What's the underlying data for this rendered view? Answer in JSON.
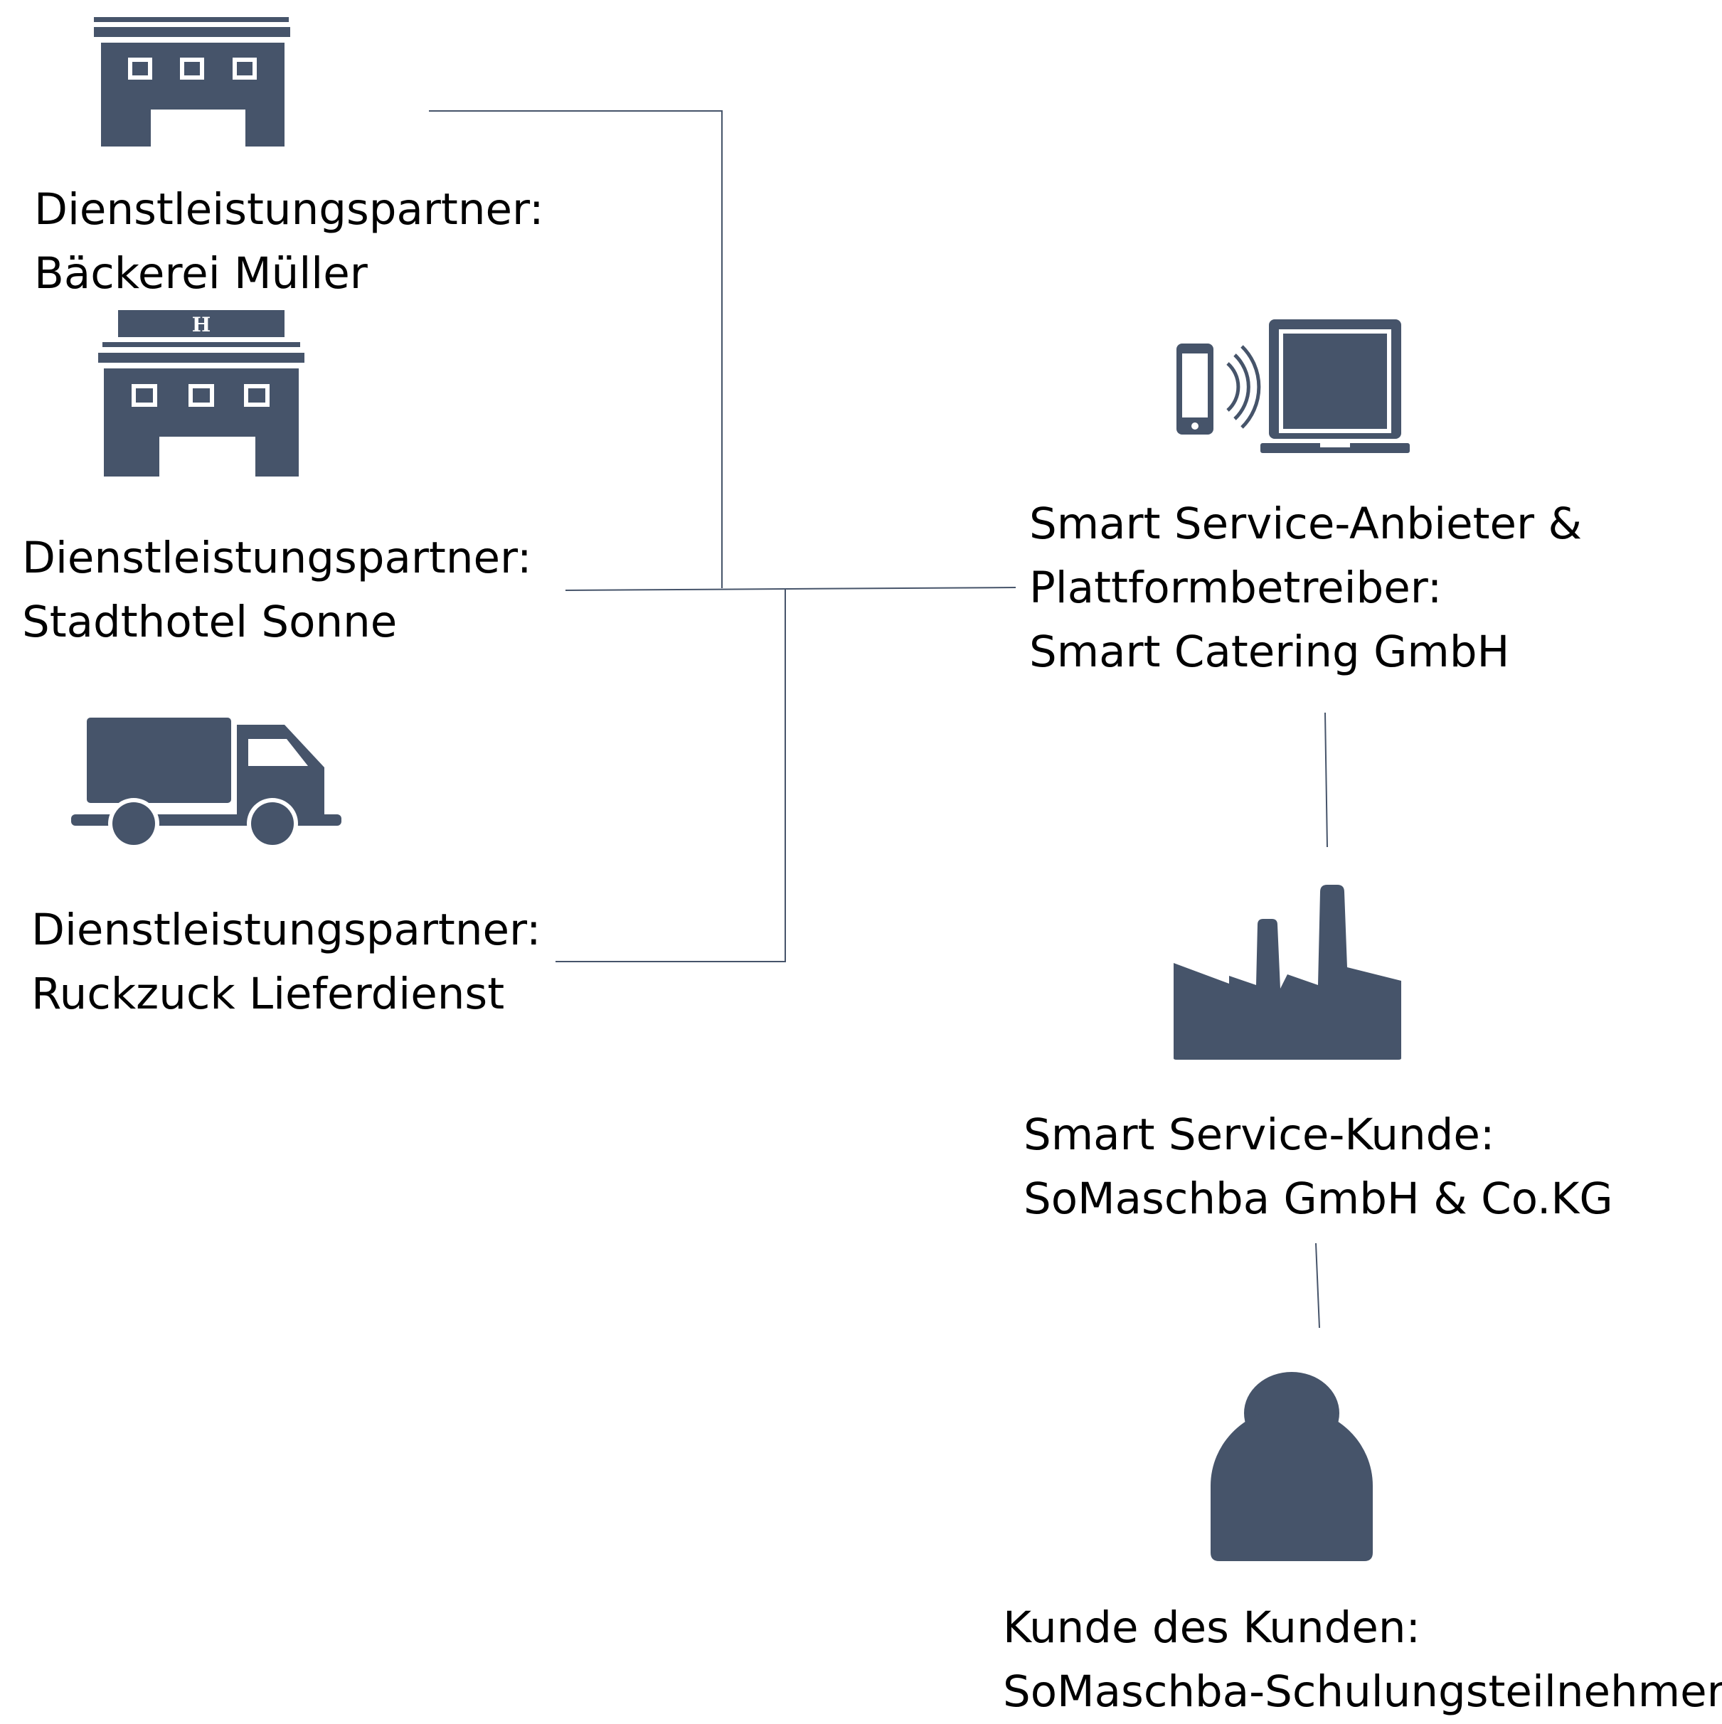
{
  "colors": {
    "icon": "#46546a",
    "line": "#46546a",
    "text": "#000000",
    "background": "#ffffff"
  },
  "nodes": {
    "baeckerei": {
      "icon": "building-icon",
      "role": "Dienstleistungspartner:",
      "name": "Bäckerei Müller"
    },
    "hotel": {
      "icon": "hotel-icon",
      "icon_letter": "H",
      "role": "Dienstleistungspartner:",
      "name": "Stadthotel Sonne"
    },
    "lieferdienst": {
      "icon": "truck-icon",
      "role": "Dienstleistungspartner:",
      "name": "Ruckzuck Lieferdienst"
    },
    "anbieter": {
      "icon": "phone-laptop-icon",
      "line1": "Smart Service-Anbieter &",
      "line2": "Plattformbetreiber:",
      "line3": "Smart Catering GmbH"
    },
    "kunde": {
      "icon": "factory-icon",
      "role": "Smart Service-Kunde:",
      "name": "SoMaschba GmbH & Co.KG"
    },
    "endkunde": {
      "icon": "person-icon",
      "role": "Kunde des Kunden:",
      "name": "SoMaschba-Schulungsteilnehmer"
    }
  }
}
